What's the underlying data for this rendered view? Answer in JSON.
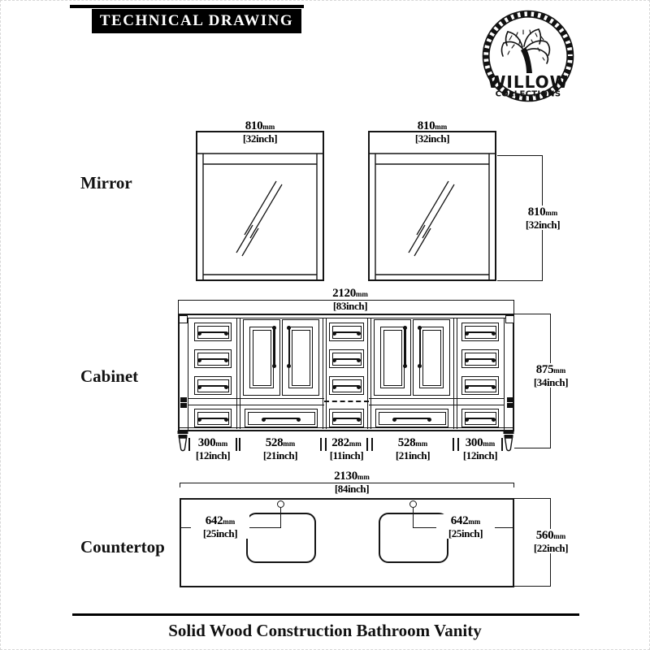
{
  "title": "TECHNICAL DRAWING",
  "logo": {
    "line1": "WILLOW",
    "line2": "COLLECTIONS"
  },
  "sections": {
    "mirror": "Mirror",
    "cabinet": "Cabinet",
    "countertop": "Countertop"
  },
  "footer": "Solid Wood Construction Bathroom Vanity",
  "colors": {
    "ink": "#111111",
    "paper": "#ffffff"
  },
  "dims": {
    "mirror_width": {
      "value": "810",
      "unit": "mm",
      "inch": "[32inch]"
    },
    "mirror_height": {
      "value": "810",
      "unit": "mm",
      "inch": "[32inch]"
    },
    "cabinet_width": {
      "value": "2120",
      "unit": "mm",
      "inch": "[83inch]"
    },
    "cabinet_height": {
      "value": "875",
      "unit": "mm",
      "inch": "[34inch]"
    },
    "cabinet_sections": [
      {
        "value": "300",
        "unit": "mm",
        "inch": "[12inch]"
      },
      {
        "value": "528",
        "unit": "mm",
        "inch": "[21inch]"
      },
      {
        "value": "282",
        "unit": "mm",
        "inch": "[11inch]"
      },
      {
        "value": "528",
        "unit": "mm",
        "inch": "[21inch]"
      },
      {
        "value": "300",
        "unit": "mm",
        "inch": "[12inch]"
      }
    ],
    "countertop_width": {
      "value": "2130",
      "unit": "mm",
      "inch": "[84inch]"
    },
    "countertop_depth": {
      "value": "560",
      "unit": "mm",
      "inch": "[22inch]"
    },
    "sink_left": {
      "value": "642",
      "unit": "mm",
      "inch": "[25inch]"
    },
    "sink_right": {
      "value": "642",
      "unit": "mm",
      "inch": "[25inch]"
    }
  }
}
